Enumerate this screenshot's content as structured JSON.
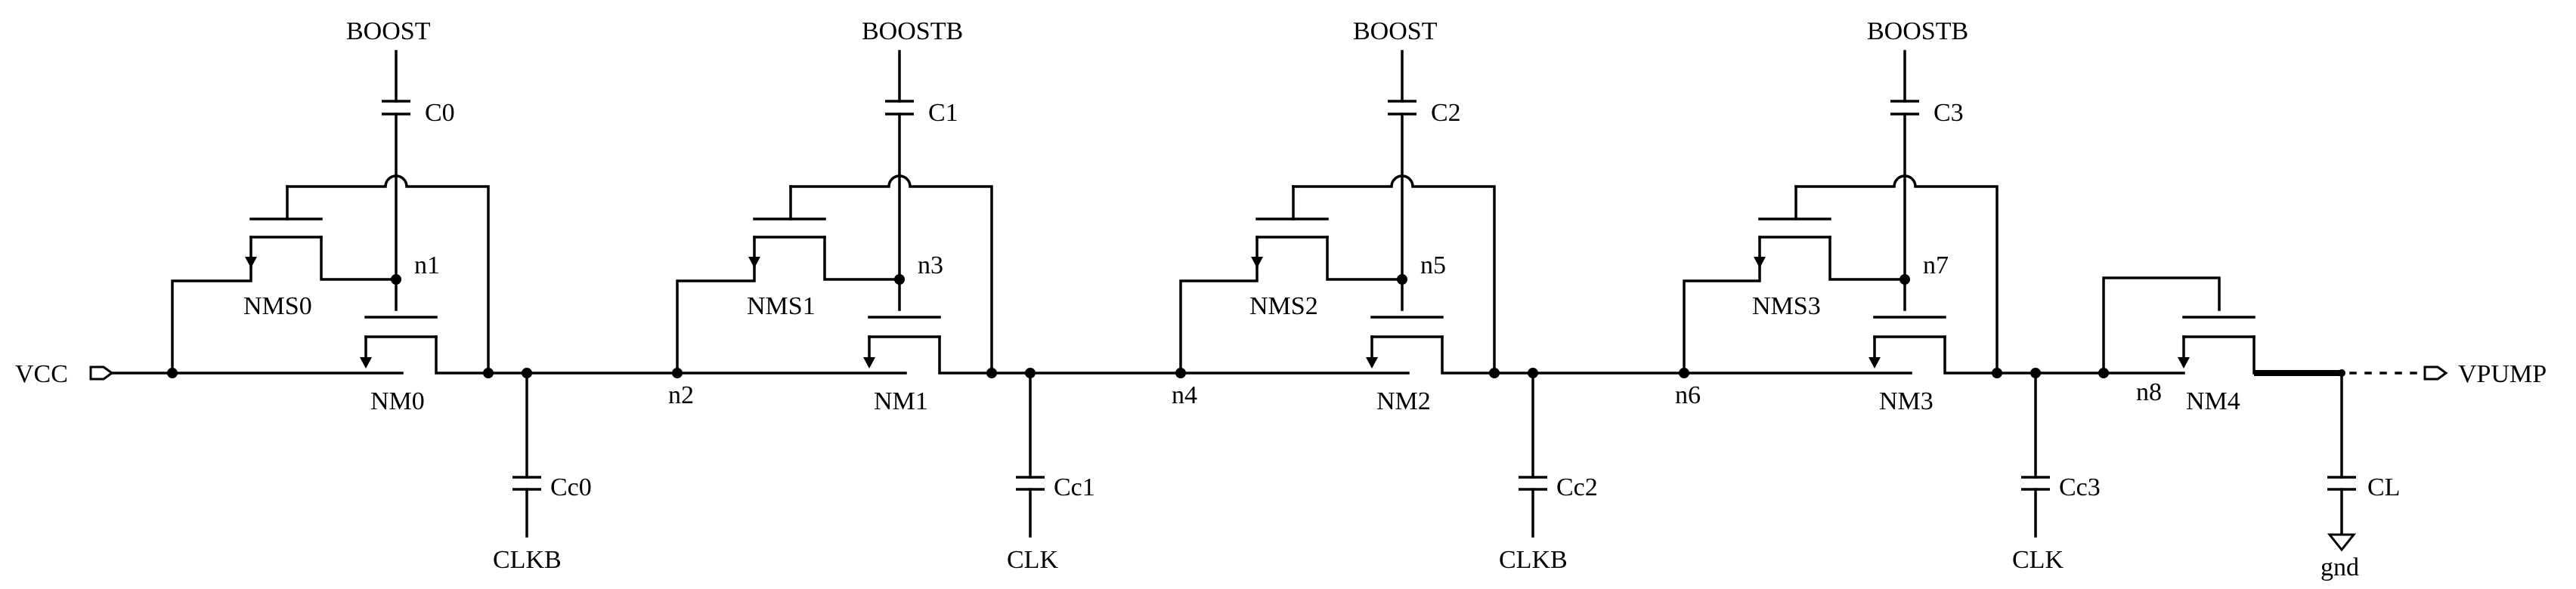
{
  "ports": {
    "vcc": "VCC",
    "vpump": "VPUMP",
    "gnd": "gnd"
  },
  "stages": [
    {
      "clock": "BOOST",
      "cap": "C0",
      "gate_node": "n1",
      "switch": "NMS0",
      "transistor": "NM0",
      "out_node": "n2",
      "coupling_cap": "Cc0",
      "coupling_clock": "CLKB"
    },
    {
      "clock": "BOOSTB",
      "cap": "C1",
      "gate_node": "n3",
      "switch": "NMS1",
      "transistor": "NM1",
      "out_node": "n4",
      "coupling_cap": "Cc1",
      "coupling_clock": "CLK"
    },
    {
      "clock": "BOOST",
      "cap": "C2",
      "gate_node": "n5",
      "switch": "NMS2",
      "transistor": "NM2",
      "out_node": "n6",
      "coupling_cap": "Cc2",
      "coupling_clock": "CLKB"
    },
    {
      "clock": "BOOSTB",
      "cap": "C3",
      "gate_node": "n7",
      "switch": "NMS3",
      "transistor": "NM3",
      "out_node": "n8",
      "coupling_cap": "Cc3",
      "coupling_clock": "CLK"
    }
  ],
  "output_stage": {
    "transistor": "NM4",
    "load_cap": "CL"
  }
}
